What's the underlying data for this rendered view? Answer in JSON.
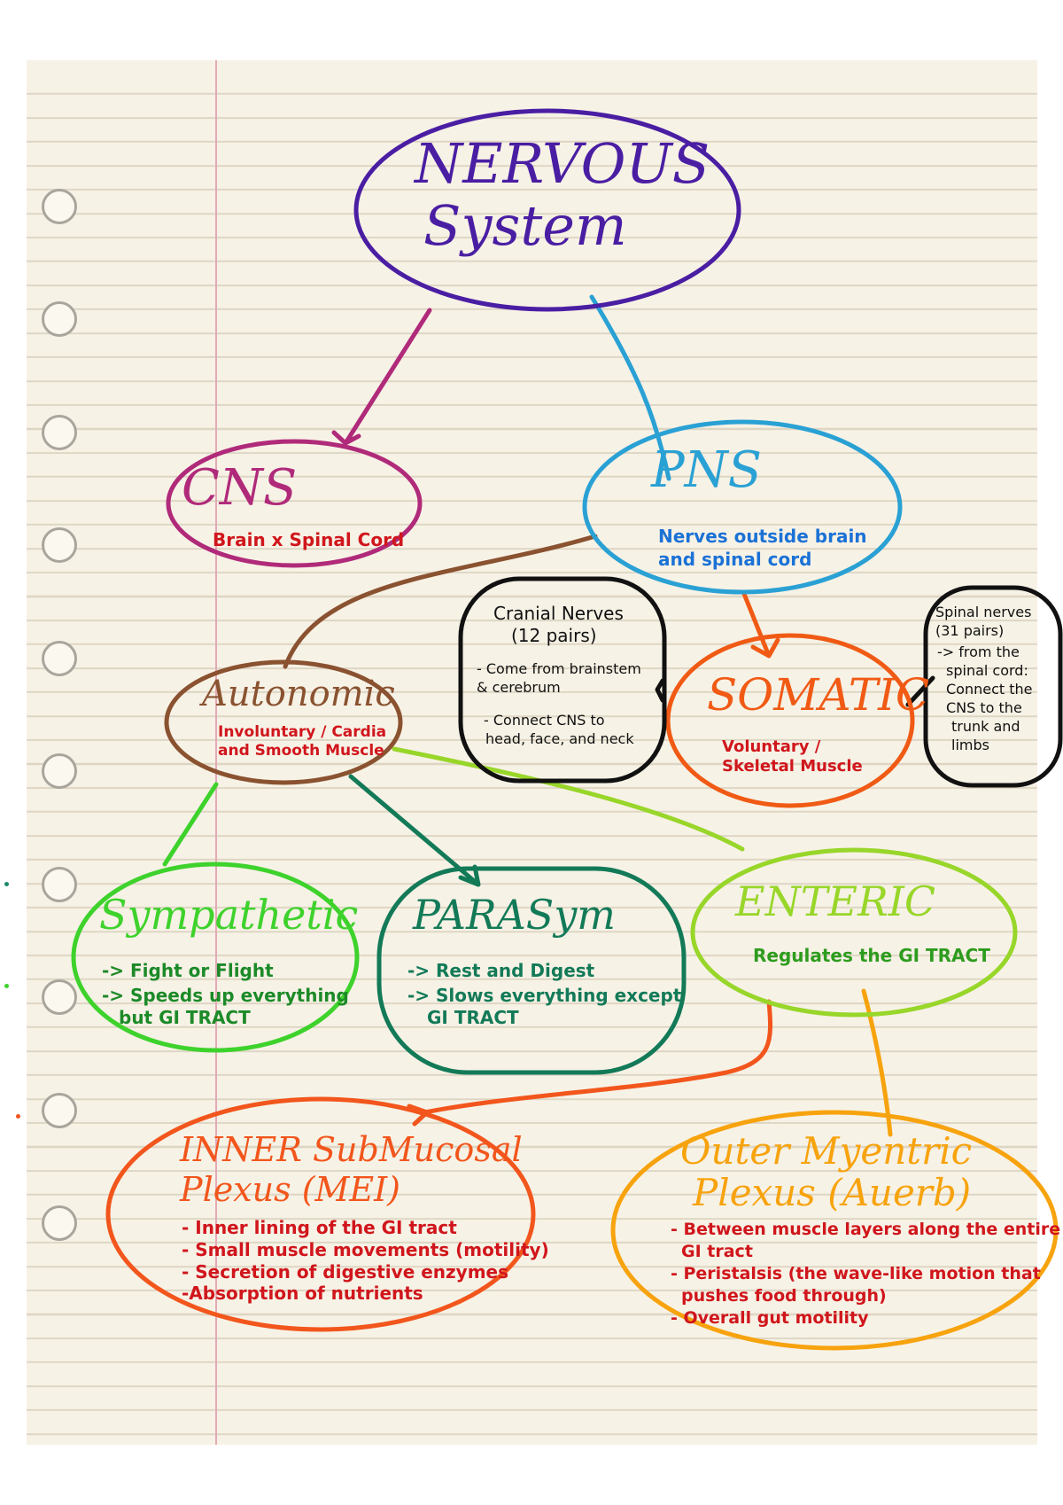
{
  "colors": {
    "nervous": "#4a1ea3",
    "cns": "#b02a7a",
    "pns": "#2aa1d4",
    "autonomic": "#8a5230",
    "somatic": "#f05a14",
    "sympathetic": "#3ed22c",
    "parasym": "#137a58",
    "enteric": "#98d62a",
    "inner": "#f2561c",
    "outer": "#f7a30e",
    "black": "#111111",
    "red_text": "#d0161c",
    "blue_text": "#1b72d6"
  },
  "nodes": {
    "nervous": {
      "title": [
        "NERVOUS",
        "System"
      ]
    },
    "cns": {
      "title": "CNS",
      "desc": "Brain x Spinal Cord"
    },
    "pns": {
      "title": "PNS",
      "desc": [
        "Nerves outside brain",
        "and spinal cord"
      ]
    },
    "cranial": {
      "title": [
        "Cranial Nerves",
        "(12 pairs)"
      ],
      "items": [
        "- Come from brainstem",
        "& cerebrum",
        "- Connect CNS to",
        "head, face, and neck"
      ]
    },
    "spinal": {
      "lines": [
        "Spinal nerves",
        "(31 pairs)",
        "-> from the",
        "spinal cord:",
        "Connect the",
        "CNS to the",
        "trunk and",
        "limbs"
      ]
    },
    "autonomic": {
      "title": "Autonomic",
      "desc": [
        "Involuntary / Cardia",
        "and Smooth Muscle"
      ]
    },
    "somatic": {
      "title": "SOMATIC",
      "desc": [
        "Voluntary /",
        "Skeletal Muscle"
      ]
    },
    "sympathetic": {
      "title": "Sympathetic",
      "items": [
        "-> Fight or Flight",
        "-> Speeds up everything",
        "but GI TRACT"
      ]
    },
    "parasym": {
      "title": "PARASym",
      "items": [
        "-> Rest and Digest",
        "-> Slows everything except",
        "GI TRACT"
      ]
    },
    "enteric": {
      "title": "ENTERIC",
      "desc": "Regulates the GI TRACT"
    },
    "inner": {
      "title": [
        "INNER SubMucosal",
        "Plexus (MEI)"
      ],
      "items": [
        "- Inner lining of the GI tract",
        "- Small muscle movements (motility)",
        "- Secretion of digestive enzymes",
        "-Absorption of nutrients"
      ]
    },
    "outer": {
      "title": [
        "Outer Myentric",
        "Plexus (Auerb)"
      ],
      "items": [
        "- Between muscle layers along the entire",
        "GI tract",
        "- Peristalsis (the wave-like motion that",
        "pushes food through)",
        "- Overall gut motility"
      ]
    }
  }
}
